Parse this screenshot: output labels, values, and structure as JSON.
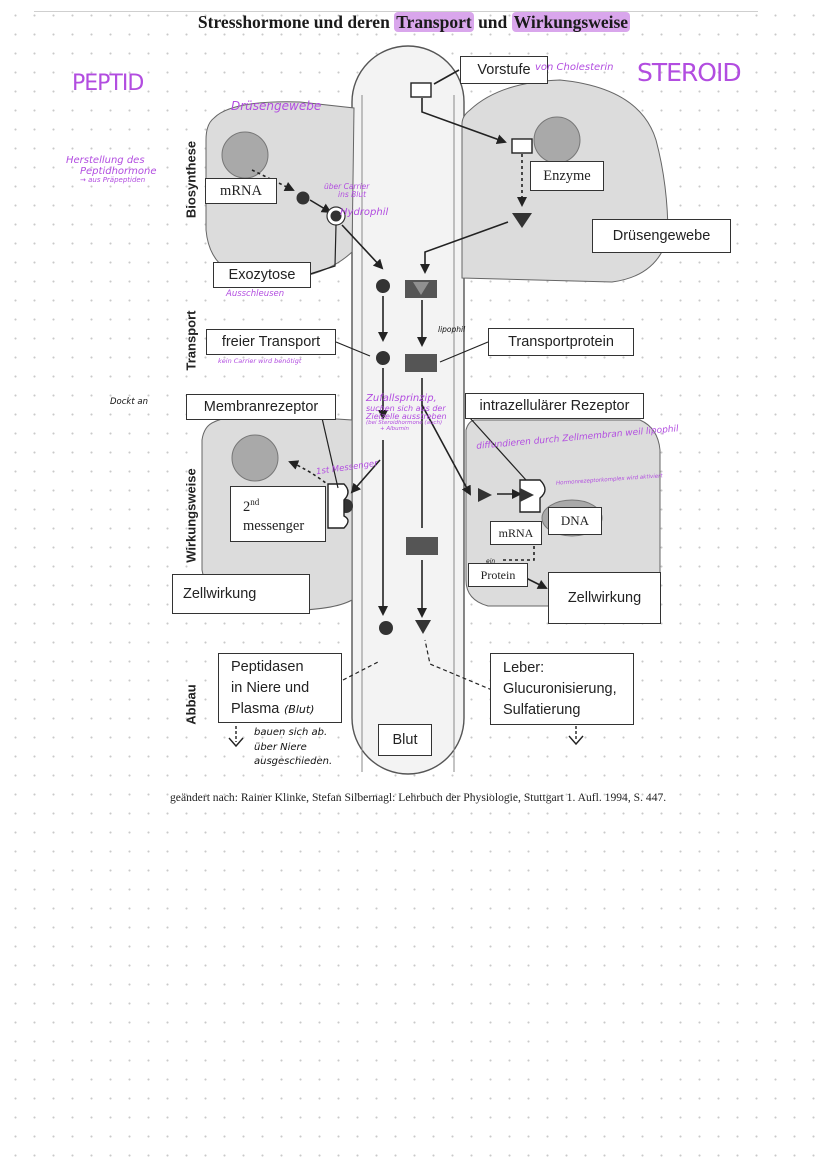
{
  "title": {
    "part1": "Stresshormone und deren ",
    "hl1": "Transport",
    "part2": " und ",
    "hl2": "Wirkungsweise"
  },
  "sections": [
    "Biosynthese",
    "Transport",
    "Wirkungsweise",
    "Abbau"
  ],
  "boxes": {
    "vorstufe": "Vorstufe",
    "mrna_top": "mRNA",
    "enzyme": "Enzyme",
    "druesengewebe": "Drüsengewebe",
    "exozytose": "Exozytose",
    "freier_transport": "freier Transport",
    "transportprotein": "Transportprotein",
    "membranrezeptor": "Membranrezeptor",
    "intrazellulaer": "intrazellulärer Rezeptor",
    "second_messenger_sup": "nd",
    "second_messenger_num": "2",
    "second_messenger_word": "messenger",
    "zellwirkung_left": "Zellwirkung",
    "zellwirkung_right": "Zellwirkung",
    "dna": "DNA",
    "mrna_small": "mRNA",
    "protein": "Protein",
    "peptidasen": [
      "Peptidasen",
      "in Niere und",
      "Plasma"
    ],
    "leber": [
      "Leber:",
      "Glucuronisierung,",
      "Sulfatierung"
    ],
    "blut": "Blut"
  },
  "caption": "geändert nach: Rainer Klinke, Stefan Silbernagl: Lehrbuch der Physiologie, Stuttgart 1. Aufl. 1994, S. 447.",
  "handwriting": {
    "peptid": "PEPTID",
    "steroid": "STEROID",
    "herstellung": [
      "Herstellung des",
      "Peptidhormone",
      "→ aus Präpeptiden"
    ],
    "druesengewebe": "Drüsengewebe",
    "von_cholesterin": "von Cholesterin",
    "ueber_carrier": [
      "über Carrier",
      "ins Blut"
    ],
    "hydrophil": "Hydrophil",
    "ausschleusen": "Ausschleusen",
    "lipophil": "lipophil",
    "kein_carrier": "kein Carrier wird benötigt",
    "dockt_an": "Dockt an",
    "zufallsprinzip": [
      "Zufallsprinzip,",
      "suchen sich aus der",
      "Zielzelle ausstreben",
      "(bei Steroidhormone (auch)",
      "+ Albumin"
    ],
    "first_messenger": "1st Messenger",
    "diffundieren": "diffundieren durch Zellmembran weil lipophil",
    "hormonrezeptor": "Hormonrezeptorkomplex wird aktiviert",
    "ein": "ein",
    "blut_paren": "(Blut)",
    "bauen_ab": [
      "bauen sich ab.",
      "über Niere",
      "ausgeschieden."
    ]
  },
  "colors": {
    "handwriting": "#b24de0",
    "highlight": "#d9a6ec",
    "cell_fill": "#dcdcdc",
    "nucleus": "#a9a9a9"
  }
}
